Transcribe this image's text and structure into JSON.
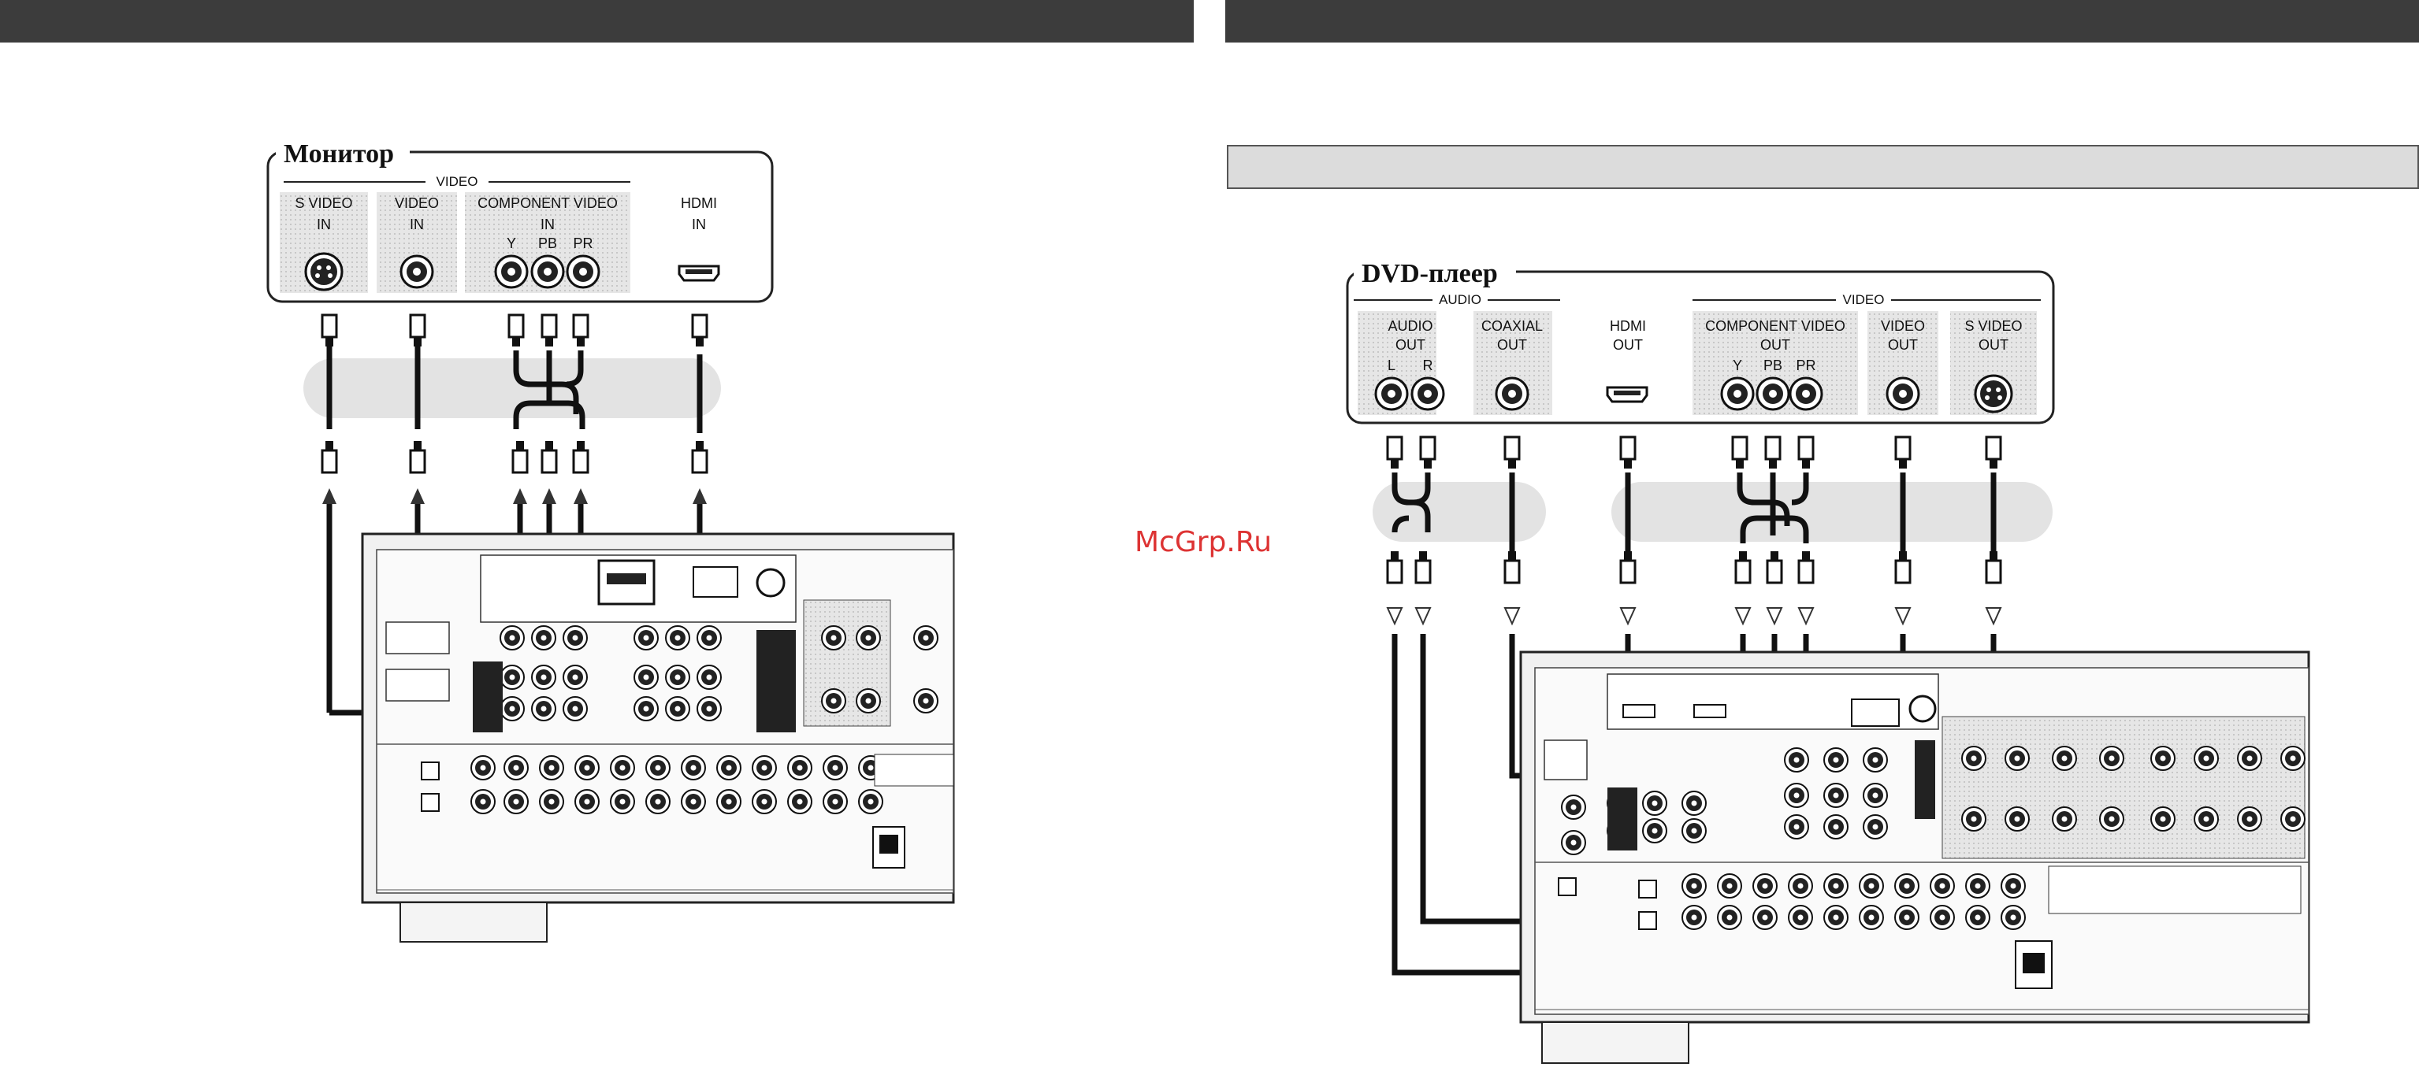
{
  "watermark": "McGrp.Ru",
  "monitor": {
    "title": "Монитор",
    "group_video": "VIDEO",
    "ports": [
      {
        "line1": "S VIDEO",
        "line2": "IN"
      },
      {
        "line1": "VIDEO",
        "line2": "IN"
      },
      {
        "line1": "COMPONENT VIDEO",
        "line2": "IN"
      },
      {
        "line1": "HDMI",
        "line2": "IN"
      }
    ],
    "component_channels": [
      "Y",
      "PB",
      "PR"
    ]
  },
  "dvd": {
    "title": "DVD-плеер",
    "group_audio": "AUDIO",
    "group_video": "VIDEO",
    "ports": [
      {
        "line1": "AUDIO",
        "line2": "OUT"
      },
      {
        "line1": "COAXIAL",
        "line2": "OUT"
      },
      {
        "line1": "HDMI",
        "line2": "OUT"
      },
      {
        "line1": "COMPONENT VIDEO",
        "line2": "OUT"
      },
      {
        "line1": "VIDEO",
        "line2": "OUT"
      },
      {
        "line1": "S VIDEO",
        "line2": "OUT"
      }
    ],
    "audio_channels": [
      "L",
      "R"
    ],
    "component_channels": [
      "Y",
      "PB",
      "PR"
    ]
  }
}
